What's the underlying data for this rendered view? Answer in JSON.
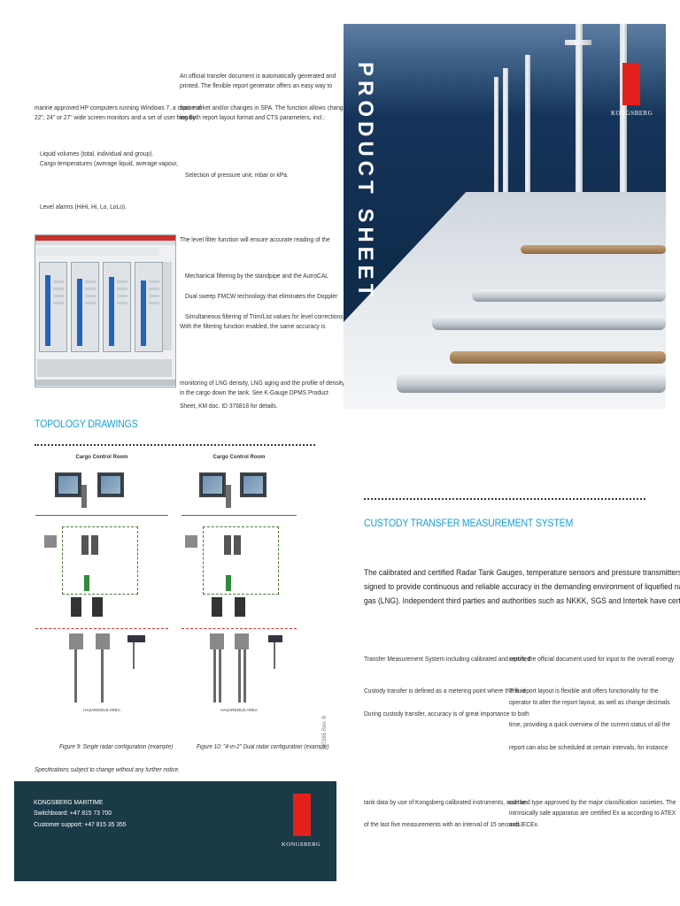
{
  "col1": {
    "intro_lines": [
      "marine approved HP computers running Windows 7, a choice of",
      "22\", 24\" or 27\" wide screen monitors and a set of user friendly"
    ],
    "list_lines": [
      "Liquid volumes (total, individual and group).",
      "Cargo temperatures (average liquid, average vapour,"
    ],
    "alarm_line": "Level alarms (HiHi, Hi, Lo, LoLo)."
  },
  "col2": {
    "lines_a": [
      "An official transfer document is automatically generated and",
      "printed. The flexible report generator offers an easy way to"
    ],
    "lines_b": [
      "spot market and/or changes in SPA. The function allows chang",
      "ing both report layout format and CTS parameters, incl.:"
    ],
    "unit_line": "Selection of pressure unit, mbar or kPa.",
    "filter_line": "The level filter function will ensure accurate reading of the",
    "mech_line": "Mechanical filtering by the standpipe and the AutroCAL",
    "sweep_line": "Dual sweep FMCW technology that eliminates the Doppler",
    "sim_lines": [
      "Simultaneous filtering of Trim/List values for level corrections.",
      "With the filtering function enabled, the same accuracy is"
    ],
    "density_lines": [
      "monitoring of LNG density, LNG aging and the profile of density",
      "in the cargo down the tank. See K-Gauge DPMS Product",
      "Sheet, KM doc. ID 376818 for details."
    ]
  },
  "product_sheet": {
    "title": "PRODUCT SHEET",
    "brand": "KONGSBERG"
  },
  "topology": {
    "heading": "TOPOLOGY DRAWINGS",
    "diagram_title": "Cargo Control Room",
    "area_label": "HAZARDOUS AREA",
    "fig9": "Figure 9: Single radar configuration (example)",
    "fig10": "Figure 10: \"4-in-2\" Dual radar configuration (example)",
    "notice": "Specifications subject to change without any further notice.",
    "doc_id": "387265 Rev. B"
  },
  "footer": {
    "company": "KONGSBERG MARITIME",
    "switchboard": "Switchboard: +47 815 73 700",
    "support": "Customer support: +47 815 35 355",
    "brand": "KONGSBERG"
  },
  "cts": {
    "heading": "CUSTODY TRANSFER MEASUREMENT SYSTEM",
    "lead_lines": [
      "The calibrated and certified Radar Tank Gauges, temperature sensors and pressure transmitters are de",
      "signed to provide continuous and reliable accuracy in the demanding environment of liquefied natural",
      "gas (LNG). Independent third parties and authorities such as NKKK, SGS and Intertek have certified our"
    ],
    "left": {
      "l1": "Transfer Measurement System including calibrated and certified",
      "l2": "Custody transfer is defined as a metering point where the fluid",
      "l3": "During custody transfer, accuracy is of great importance to both",
      "l4": "tank data by use of Kongsberg calibrated instruments, and the",
      "l5": "of the last five measurements with an interval of 15 seconds."
    },
    "right": {
      "r1": "report; the official document used for input to the overall energy",
      "r2": "The report layout is flexible and offers functionality for the",
      "r3": "operator to alter the report layout, as well as change decimals",
      "r4": "time, providing a quick overview of the current status of all the",
      "r5": "report can also be scheduled at certain intervals, for instance",
      "r6": "use and type approved by the major classification societies. The",
      "r7": "intrinsically safe apparatus are certified Ex ia according to ATEX",
      "r8": "and IECEx."
    }
  },
  "colors": {
    "accent": "#1aa0d6",
    "footer_bg": "#1b3a48",
    "logo_red": "#e3211c"
  }
}
